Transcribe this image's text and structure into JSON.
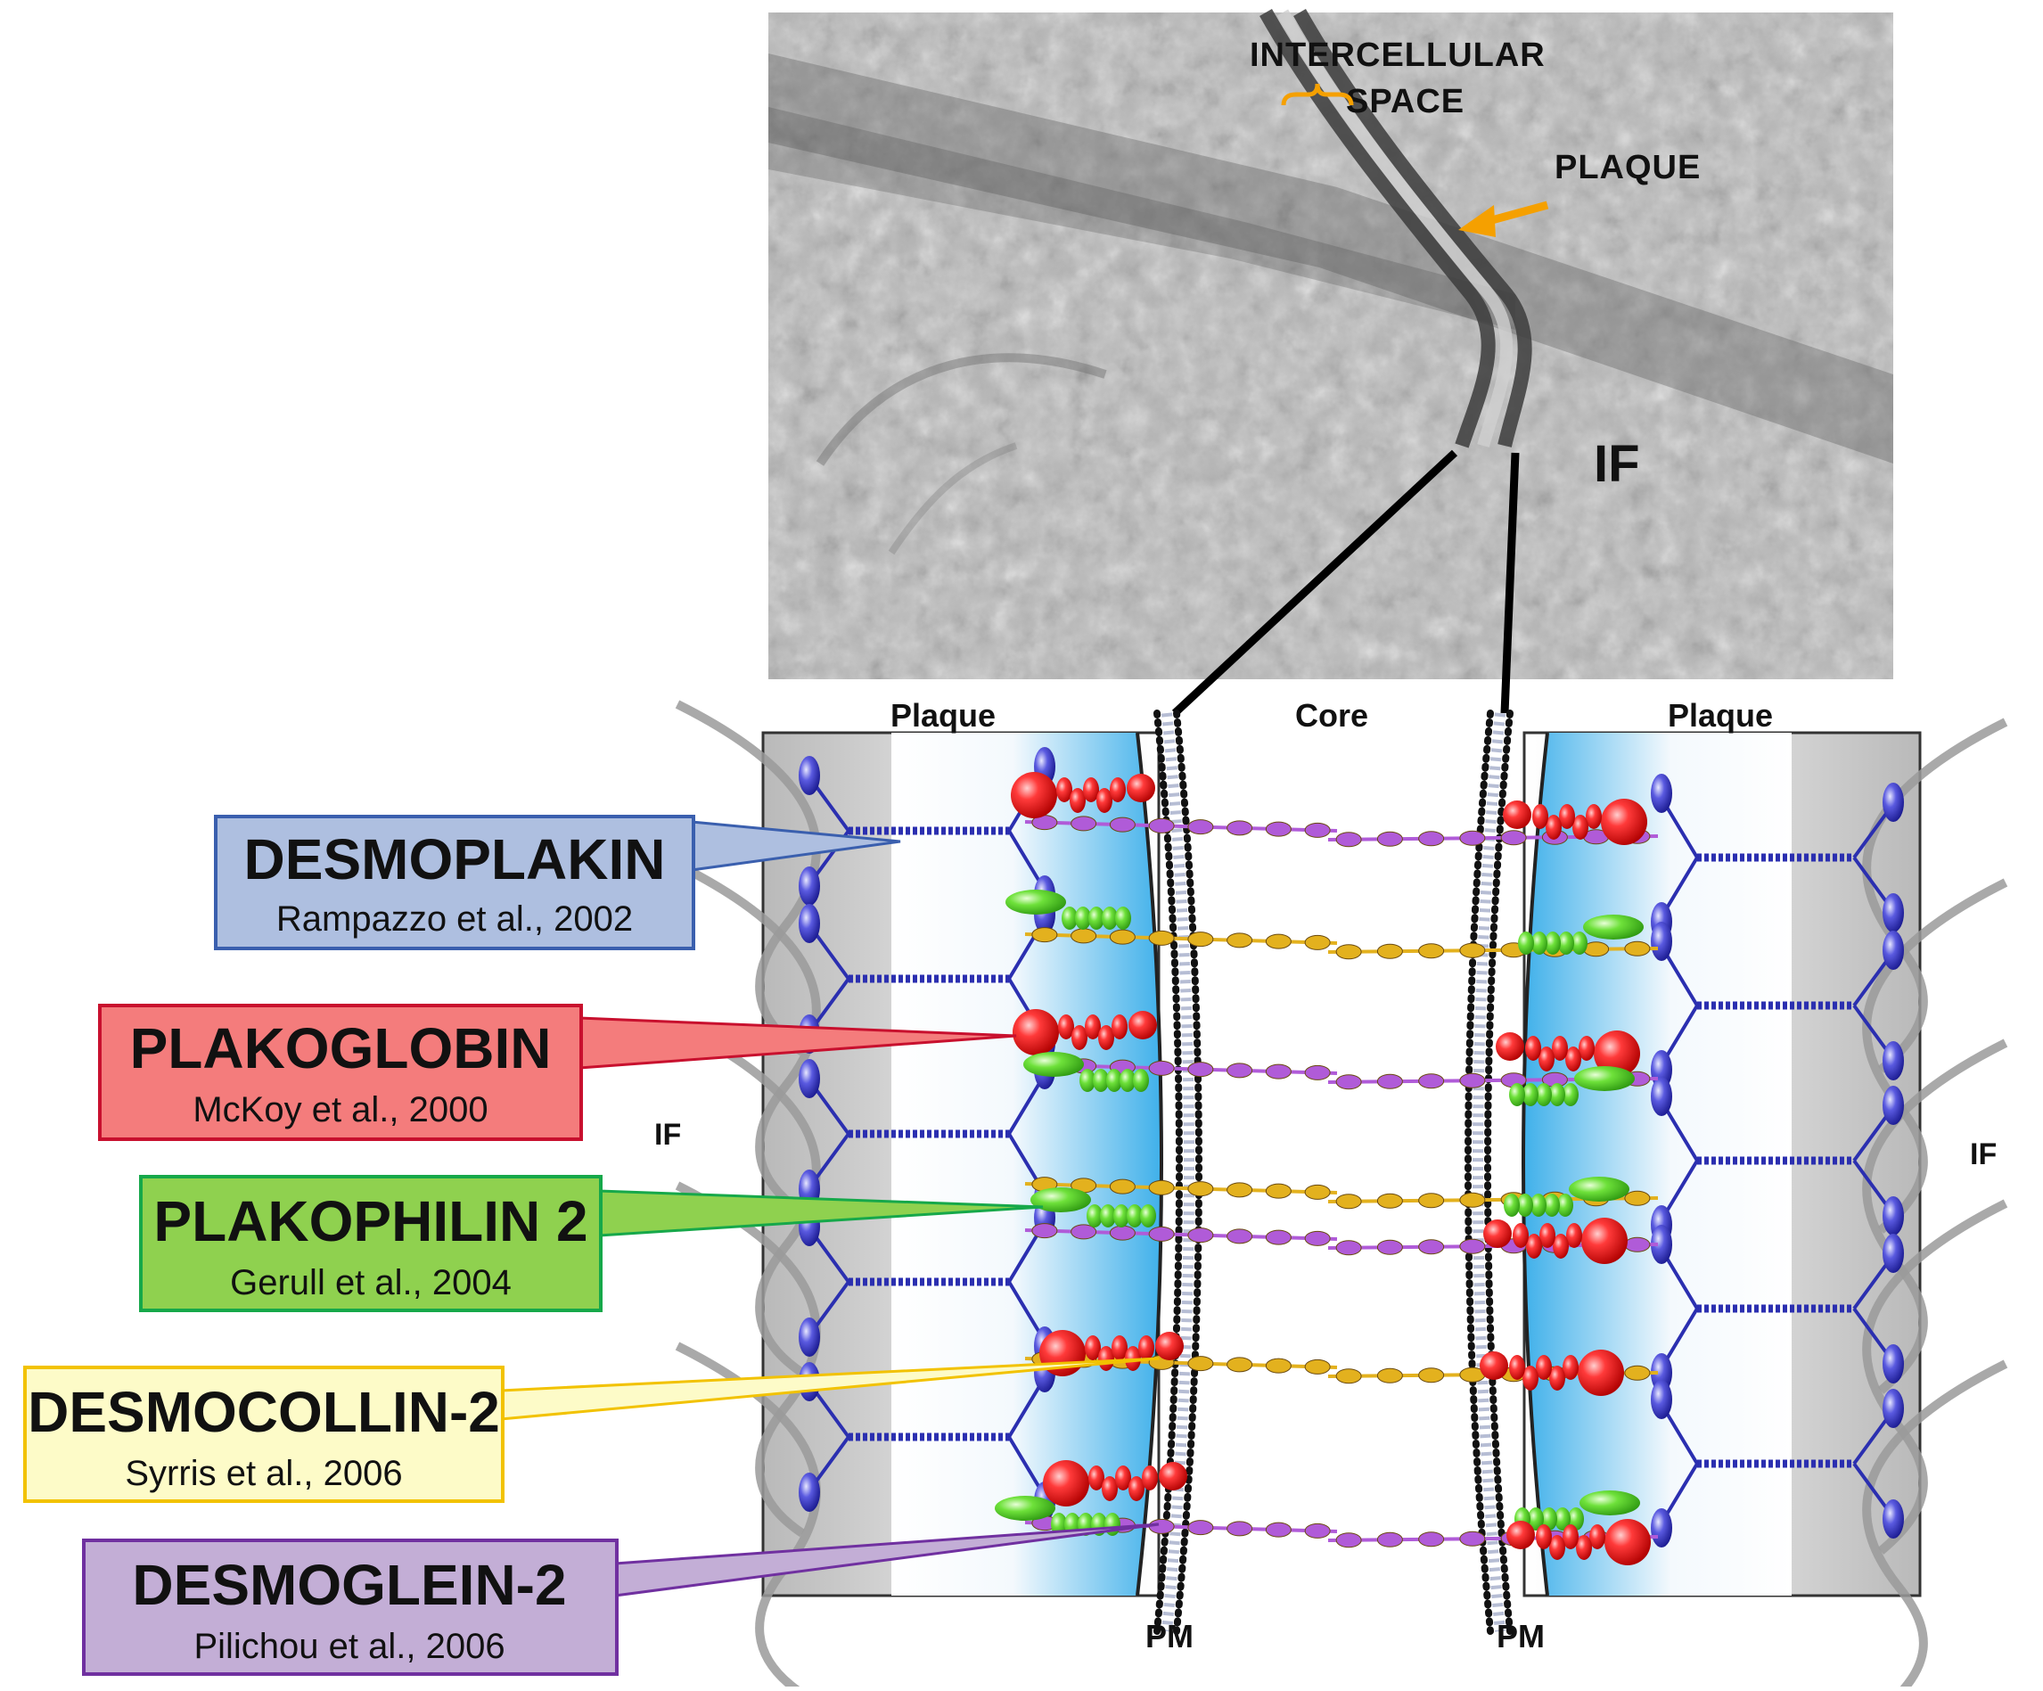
{
  "micrograph": {
    "labels": {
      "intercellular_line1": "INTERCELLULAR",
      "intercellular_line2": "SPACE",
      "plaque": "PLAQUE",
      "if": "IF"
    }
  },
  "schematic": {
    "labels": {
      "plaque_left": "Plaque",
      "core": "Core",
      "plaque_right": "Plaque",
      "pm_left": "PM",
      "pm_right": "PM",
      "if_left": "IF",
      "if_right": "IF"
    }
  },
  "proteins": [
    {
      "name": "DESMOPLAKIN",
      "citation": "Rampazzo et al., 2002",
      "fill": "#aebfe0",
      "stroke": "#3a5fae"
    },
    {
      "name": "PLAKOGLOBIN",
      "citation": "McKoy et al., 2000",
      "fill": "#f47c7c",
      "stroke": "#c8102e"
    },
    {
      "name": "PLAKOPHILIN 2",
      "citation": "Gerull et al., 2004",
      "fill": "#8fd14f",
      "stroke": "#16a84a"
    },
    {
      "name": "DESMOCOLLIN-2",
      "citation": "Syrris et al., 2006",
      "fill": "#fdfbc8",
      "stroke": "#f2c200"
    },
    {
      "name": "DESMOGLEIN-2",
      "citation": "Pilichou et al., 2006",
      "fill": "#c3aed6",
      "stroke": "#7030a0"
    }
  ],
  "colors": {
    "desmoplakin": "#2b2fb0",
    "plakoglobin": "#e8161b",
    "plakophilin": "#3cc21f",
    "desmocollin": "#e3b11e",
    "desmoglein": "#b05bd8",
    "plaque_gradient": "#4fb6ea",
    "orange_annotation": "#f5a000"
  }
}
